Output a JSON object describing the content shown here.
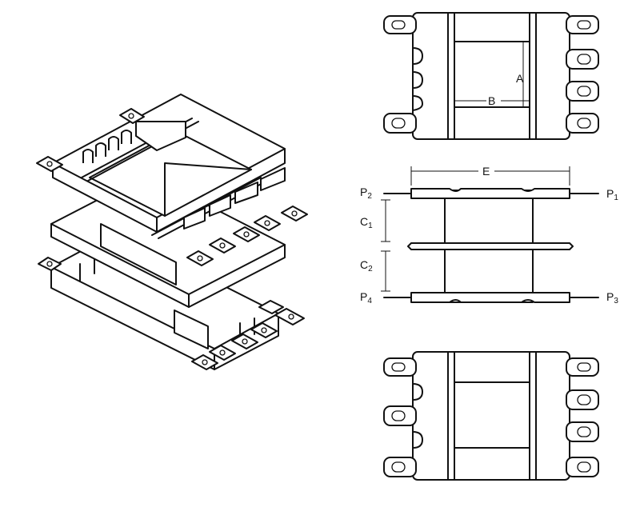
{
  "labels": {
    "A": "A",
    "B": "B",
    "E": "E",
    "C1": {
      "main": "C",
      "sub": "1"
    },
    "C2": {
      "main": "C",
      "sub": "2"
    },
    "P1": {
      "main": "P",
      "sub": "1"
    },
    "P2": {
      "main": "P",
      "sub": "2"
    },
    "P3": {
      "main": "P",
      "sub": "3"
    },
    "P4": {
      "main": "P",
      "sub": "4"
    }
  },
  "colors": {
    "line": "#111111",
    "background": "#ffffff"
  }
}
